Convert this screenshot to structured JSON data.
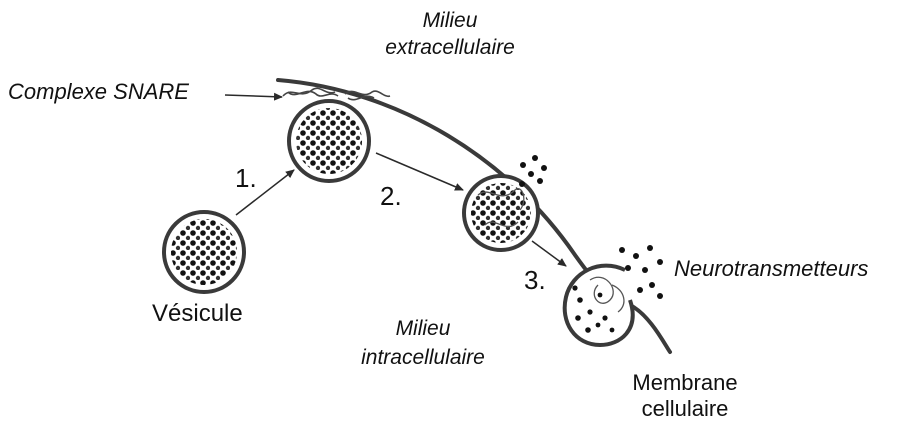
{
  "labels": {
    "milieu_extra_line1": "Milieu",
    "milieu_extra_line2": "extracellulaire",
    "complexe_snare": "Complexe SNARE",
    "step1": "1.",
    "step2": "2.",
    "step3": "3.",
    "vesicule": "Vésicule",
    "milieu_intra_line1": "Milieu",
    "milieu_intra_line2": "intracellulaire",
    "neurotransmetteurs": "Neurotransmetteurs",
    "membrane_line1": "Membrane",
    "membrane_line2": "cellulaire"
  },
  "colors": {
    "ink": "#1a1a1a",
    "membrane": "#3a3a3a",
    "vesicle_fill": "#e6e6e6",
    "background": "#ffffff"
  }
}
